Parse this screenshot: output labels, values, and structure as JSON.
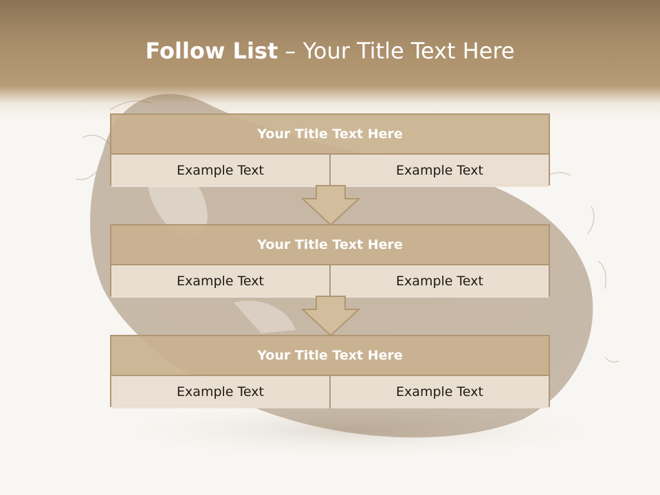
{
  "slide": {
    "title_bold": "Follow List",
    "title_rest": " – Your Title Text Here"
  },
  "blocks": [
    {
      "title": "Your Title Text Here",
      "cells": [
        "Example Text",
        "Example Text"
      ]
    },
    {
      "title": "Your Title Text Here",
      "cells": [
        "Example Text",
        "Example Text"
      ]
    },
    {
      "title": "Your Title Text Here",
      "cells": [
        "Example Text",
        "Example Text"
      ]
    }
  ],
  "colors": {
    "header_brown": "#8a7355",
    "block_fill": "#c8b18f",
    "cell_fill": "#ece2d6",
    "border": "#b09672",
    "arrow_fill": "#d2bd9c"
  }
}
